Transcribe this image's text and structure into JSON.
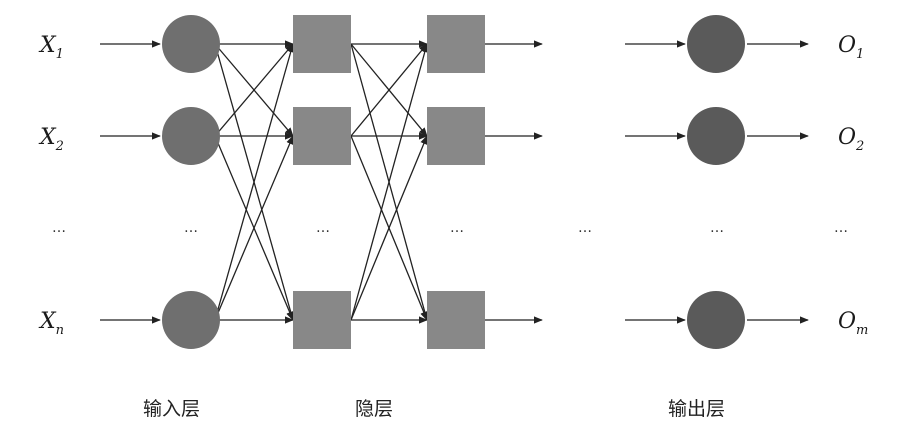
{
  "inputs": [
    {
      "base": "X",
      "sub": "1"
    },
    {
      "base": "X",
      "sub": "2"
    },
    {
      "base": "X",
      "sub": "n"
    }
  ],
  "outputs": [
    {
      "base": "O",
      "sub": "1"
    },
    {
      "base": "O",
      "sub": "2"
    },
    {
      "base": "O",
      "sub": "m"
    }
  ],
  "ellipsis": "…",
  "captions": {
    "input_layer": "输入层",
    "hidden_layer": "隐层",
    "output_layer": "输出层"
  },
  "colors": {
    "input_node": "#6f6f6f",
    "hidden_node": "#888888",
    "output_node": "#5a5a5a",
    "arrow": "#222222"
  }
}
